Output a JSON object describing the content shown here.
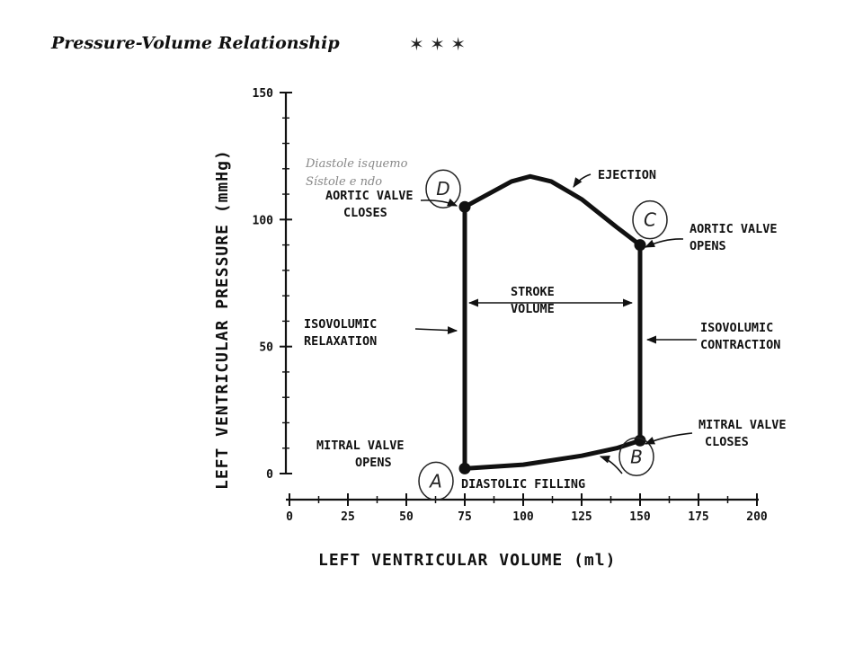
{
  "title": "Pressure-Volume Relationship",
  "title_marks": "✶ ✶ ✶",
  "handwritten_note": [
    "Diastole isquemo",
    "Sístole e ndo"
  ],
  "chart_data": {
    "type": "line",
    "xlabel": "LEFT VENTRICULAR VOLUME (ml)",
    "ylabel": "LEFT VENTRICULAR PRESSURE (mmHg)",
    "xlim": [
      0,
      200
    ],
    "ylim": [
      0,
      150
    ],
    "xticks": [
      "0",
      "25",
      "50",
      "75",
      "100",
      "125",
      "150",
      "175",
      "200"
    ],
    "yticks": [
      "0",
      "50",
      "100",
      "150"
    ],
    "loop_points": [
      {
        "label": "A",
        "x": 75,
        "y": 2
      },
      {
        "label": "B",
        "x": 150,
        "y": 13
      },
      {
        "label": "C",
        "x": 150,
        "y": 90
      },
      {
        "label": "D",
        "x": 75,
        "y": 105
      }
    ],
    "loop_path": [
      [
        75,
        2
      ],
      [
        100,
        3.5
      ],
      [
        125,
        7
      ],
      [
        140,
        10
      ],
      [
        150,
        13
      ],
      [
        150,
        90
      ],
      [
        140,
        97
      ],
      [
        125,
        108
      ],
      [
        112,
        115
      ],
      [
        103,
        117
      ],
      [
        95,
        115
      ],
      [
        85,
        110
      ],
      [
        75,
        105
      ],
      [
        75,
        2
      ]
    ],
    "annotations": [
      {
        "id": "aortic-valve-closes",
        "lines": [
          "AORTIC VALVE",
          "CLOSES"
        ]
      },
      {
        "id": "ejection",
        "lines": [
          "EJECTION"
        ]
      },
      {
        "id": "aortic-valve-opens",
        "lines": [
          "AORTIC VALVE",
          "OPENS"
        ]
      },
      {
        "id": "stroke-volume",
        "lines": [
          "STROKE",
          "VOLUME"
        ]
      },
      {
        "id": "isovolumic-relaxation",
        "lines": [
          "ISOVOLUMIC",
          "RELAXATION"
        ]
      },
      {
        "id": "isovolumic-contraction",
        "lines": [
          "ISOVOLUMIC",
          "CONTRACTION"
        ]
      },
      {
        "id": "mitral-valve-opens",
        "lines": [
          "MITRAL VALVE",
          "OPENS"
        ]
      },
      {
        "id": "mitral-valve-closes",
        "lines": [
          "MITRAL VALVE",
          "CLOSES"
        ]
      },
      {
        "id": "diastolic-filling",
        "lines": [
          "DIASTOLIC FILLING"
        ]
      }
    ]
  }
}
